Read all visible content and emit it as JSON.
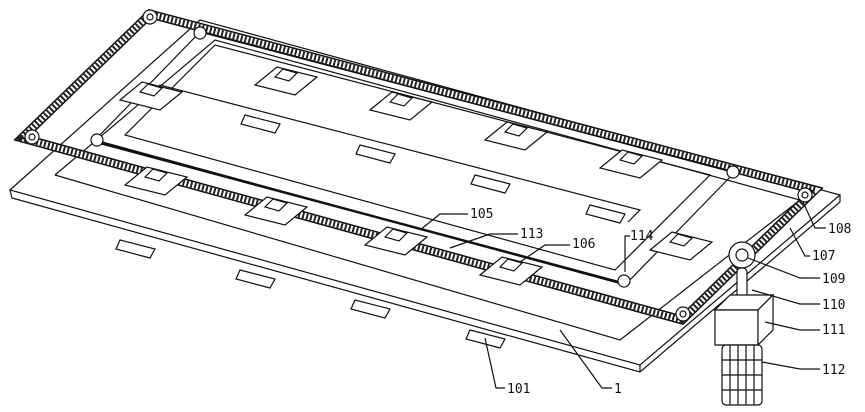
{
  "figure": {
    "labels": {
      "l105": "105",
      "l113": "113",
      "l106": "106",
      "l114": "114",
      "l108": "108",
      "l107": "107",
      "l109": "109",
      "l110": "110",
      "l111": "111",
      "l112": "112",
      "l101": "101",
      "l1": "1"
    }
  }
}
